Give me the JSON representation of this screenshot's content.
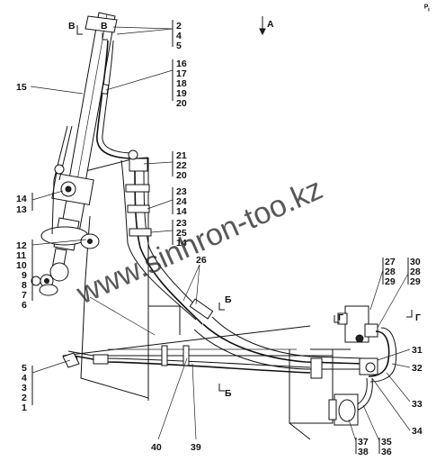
{
  "view_labels": {
    "view_a": "A",
    "section_b": "В",
    "section_b2": "Б",
    "section_g": "Г",
    "corner_mark": "ᴾᵢ"
  },
  "watermark": "www.sinhron-too.kz",
  "callouts": {
    "top_group_1": [
      "2",
      "4",
      "5"
    ],
    "top_group_2": [
      "16",
      "17",
      "18",
      "19",
      "20"
    ],
    "mid_group_1": [
      "21",
      "22",
      "20"
    ],
    "mid_group_2": [
      "23",
      "24",
      "14"
    ],
    "mid_group_3": [
      "23",
      "25",
      "14"
    ],
    "left_15": "15",
    "left_14_13": [
      "14",
      "13"
    ],
    "left_12_6": [
      "12",
      "11",
      "10",
      "9",
      "8",
      "7",
      "6"
    ],
    "left_5_1": [
      "5",
      "4",
      "3",
      "2",
      "1"
    ],
    "hose_26": "26",
    "valve_group_1": [
      "27",
      "28",
      "29"
    ],
    "valve_group_2": [
      "30",
      "28",
      "29"
    ],
    "right_31": "31",
    "right_32": "32",
    "right_33": "33",
    "right_34": "34",
    "bottom_37_38": [
      "37",
      "38"
    ],
    "bottom_35_36": [
      "35",
      "36"
    ],
    "bottom_40": "40",
    "bottom_39": "39"
  }
}
